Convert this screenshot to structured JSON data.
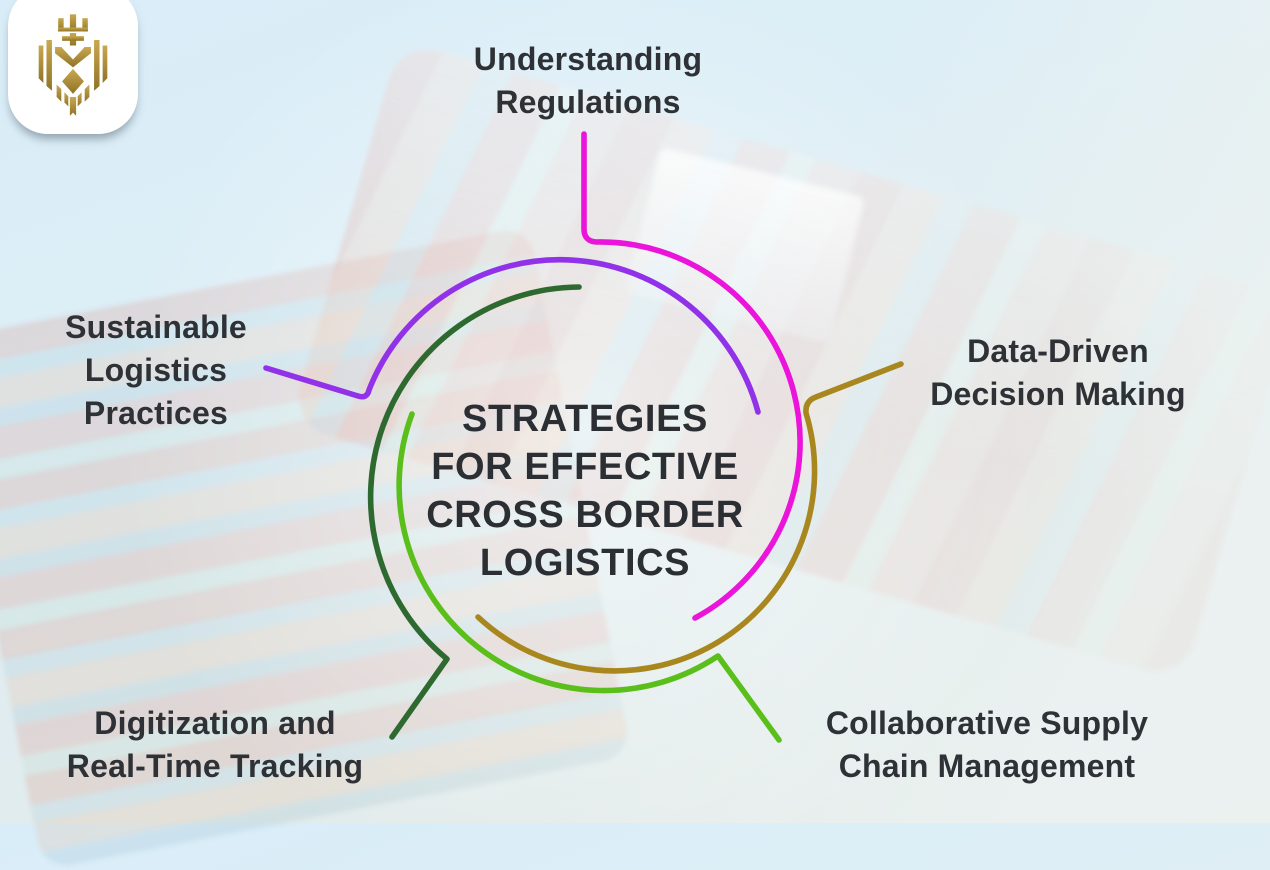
{
  "title": {
    "text": "STRATEGIES FOR EFFECTIVE CROSS BORDER LOGISTICS",
    "lines": [
      "STRATEGIES",
      "FOR EFFECTIVE",
      "CROSS BORDER",
      "LOGISTICS"
    ]
  },
  "strategies": [
    {
      "id": "understanding-regulations",
      "label": "Understanding Regulations",
      "lines": [
        "Understanding",
        "Regulations"
      ],
      "color": "#ea14da",
      "position": "top"
    },
    {
      "id": "sustainable-logistics-practices",
      "label": "Sustainable Logistics Practices",
      "lines": [
        "Sustainable",
        "Logistics",
        "Practices"
      ],
      "color": "#9132e8",
      "position": "left"
    },
    {
      "id": "data-driven-decision-making",
      "label": "Data-Driven Decision Making",
      "lines": [
        "Data-Driven",
        "Decision Making"
      ],
      "color": "#a8871f",
      "position": "right"
    },
    {
      "id": "digitization-and-real-time-tracking",
      "label": "Digitization and Real-Time Tracking",
      "lines": [
        "Digitization and",
        "Real-Time Tracking"
      ],
      "color": "#2e6a30",
      "position": "bottom-left"
    },
    {
      "id": "collaborative-supply-chain-management",
      "label": "Collaborative Supply Chain Management",
      "lines": [
        "Collaborative Supply",
        "Chain Management"
      ],
      "color": "#5bbf1b",
      "position": "bottom-right"
    }
  ],
  "brand": {
    "logo_name": "gold-lion-crest",
    "logo_color": "#b3913a"
  },
  "colors": {
    "background": "#ddeef6",
    "title_text": "#2b2e33",
    "label_text": "#2e3136"
  }
}
